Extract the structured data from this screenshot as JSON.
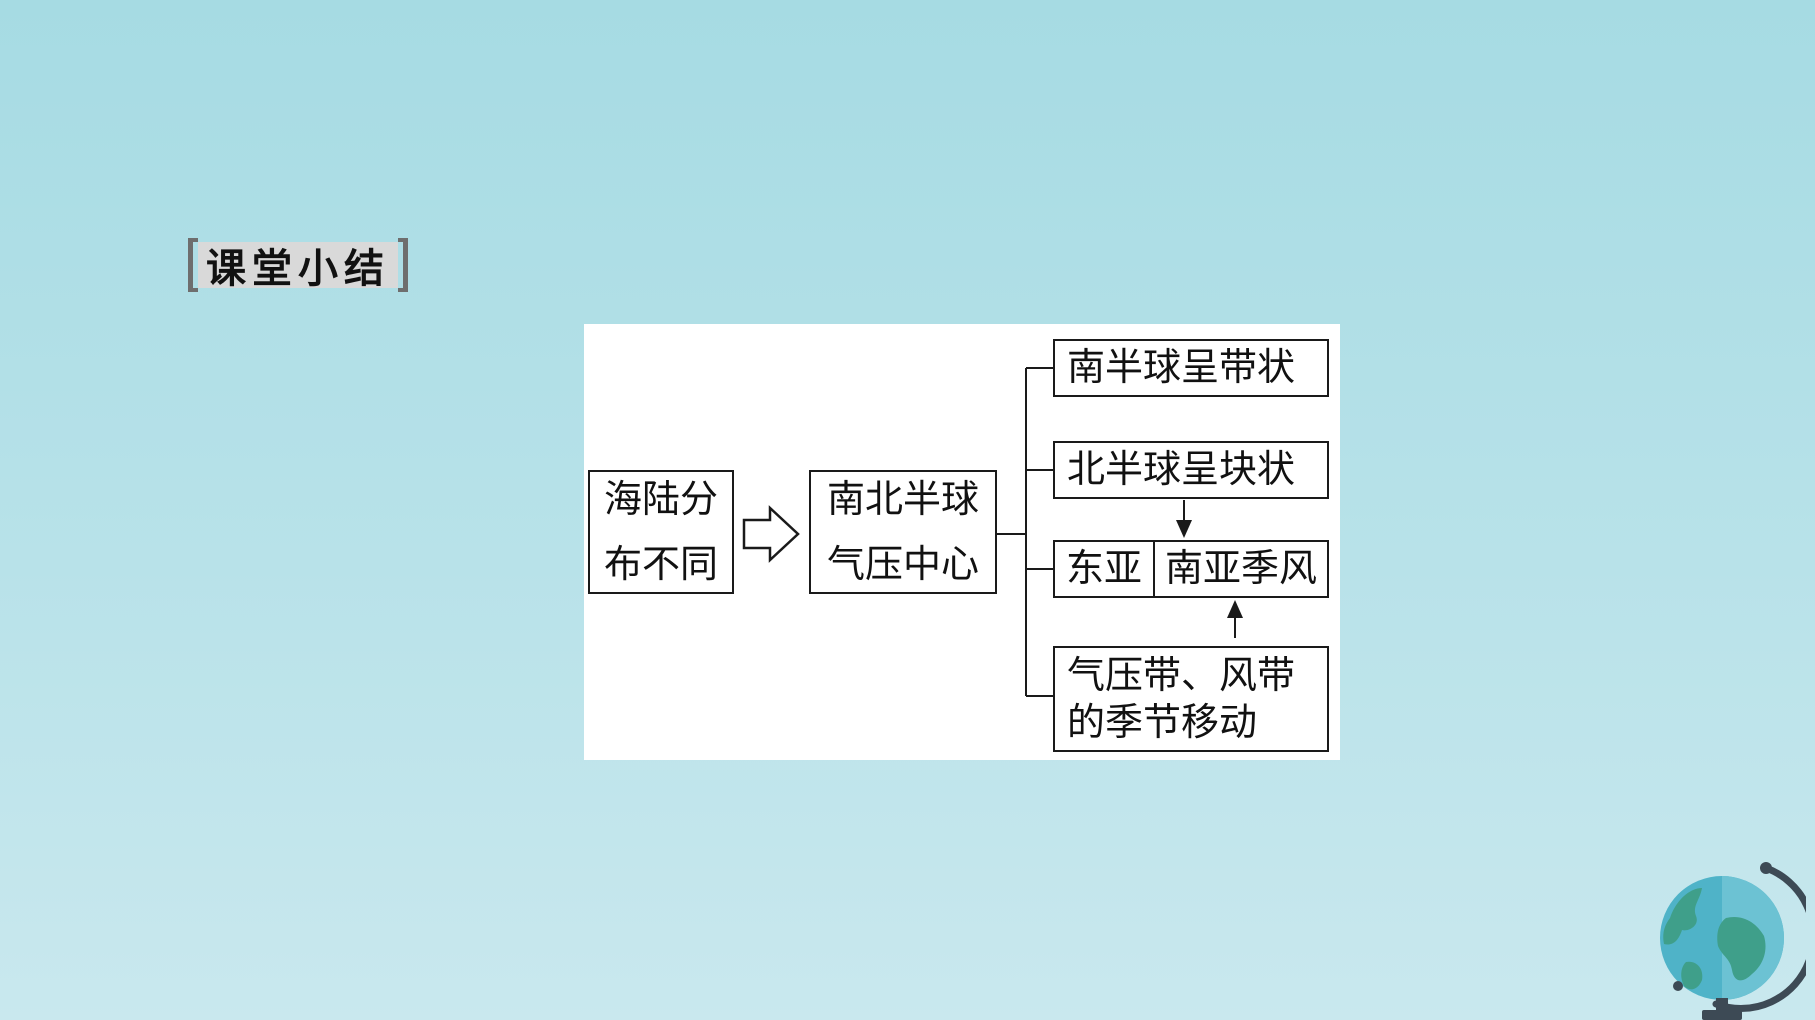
{
  "slide": {
    "section_heading": "课堂小结"
  },
  "diagram": {
    "nodes": {
      "cause_line1": "海陆分",
      "cause_line2": "布不同",
      "center_line1": "南北半球",
      "center_line2": "气压中心",
      "south_hemisphere": "南半球呈带状",
      "north_hemisphere": "北半球呈块状",
      "east_asia": "东亚",
      "south_asia_monsoon": "南亚季风",
      "belt_shift_line1": "气压带、风带",
      "belt_shift_line2": "的季节移动"
    }
  },
  "decor": {
    "globe_icon": "globe-icon",
    "colors": {
      "globe_ocean": "#4fb3c8",
      "globe_land": "#3f9f8a",
      "globe_stand": "#3d4a55"
    }
  }
}
